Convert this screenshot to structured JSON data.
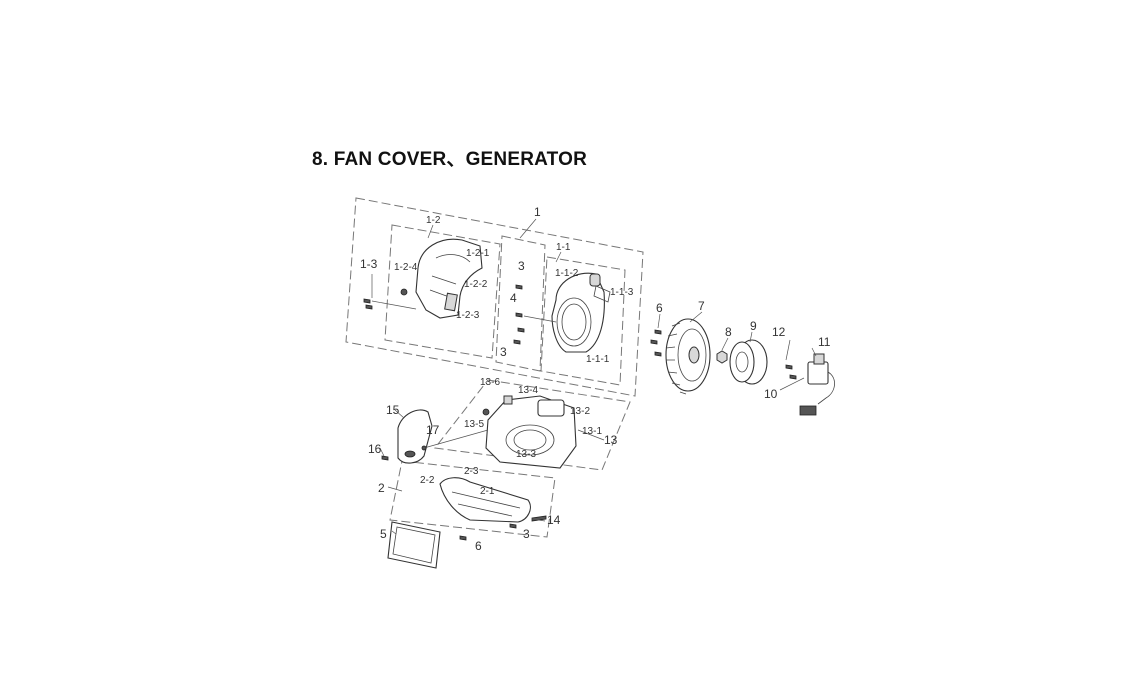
{
  "title": "8. FAN COVER、GENERATOR",
  "callouts": {
    "c1": "1",
    "c1_1": "1-1",
    "c1_1_1": "1-1-1",
    "c1_1_2": "1-1-2",
    "c1_1_3": "1-1-3",
    "c1_2": "1-2",
    "c1_2_1": "1-2-1",
    "c1_2_2": "1-2-2",
    "c1_2_3": "1-2-3",
    "c1_2_4": "1-2-4",
    "c1_3": "1-3",
    "c2": "2",
    "c2_1": "2-1",
    "c2_2": "2-2",
    "c2_3": "2-3",
    "c3a": "3",
    "c3b": "3",
    "c3c": "3",
    "c4": "4",
    "c5": "5",
    "c6a": "6",
    "c6b": "6",
    "c7": "7",
    "c8": "8",
    "c9": "9",
    "c10": "10",
    "c11": "11",
    "c12": "12",
    "c13": "13",
    "c13_1": "13-1",
    "c13_2": "13-2",
    "c13_3": "13-3",
    "c13_4": "13-4",
    "c13_5": "13-5",
    "c13_6": "13-6",
    "c14": "14",
    "c15": "15",
    "c16": "16",
    "c17": "17"
  }
}
